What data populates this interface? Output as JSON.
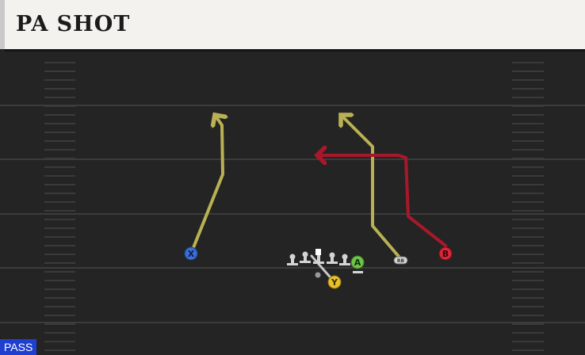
{
  "play": {
    "title": "PA SHOT",
    "badge": "PASS"
  },
  "players": {
    "X": {
      "label": "X",
      "color": "#3b6fd6"
    },
    "Y": {
      "label": "Y",
      "color": "#e8c12a"
    },
    "A": {
      "label": "A",
      "color": "#6fc24b"
    },
    "B": {
      "label": "B",
      "color": "#d8283a"
    },
    "RB": {
      "label": "RB",
      "color": "#9a9a9a"
    }
  },
  "route_colors": {
    "yellow": "#b9b153",
    "red": "#a8182a"
  },
  "icons": [
    "center-icon",
    "lineman-icon",
    "route-arrow-icon"
  ]
}
